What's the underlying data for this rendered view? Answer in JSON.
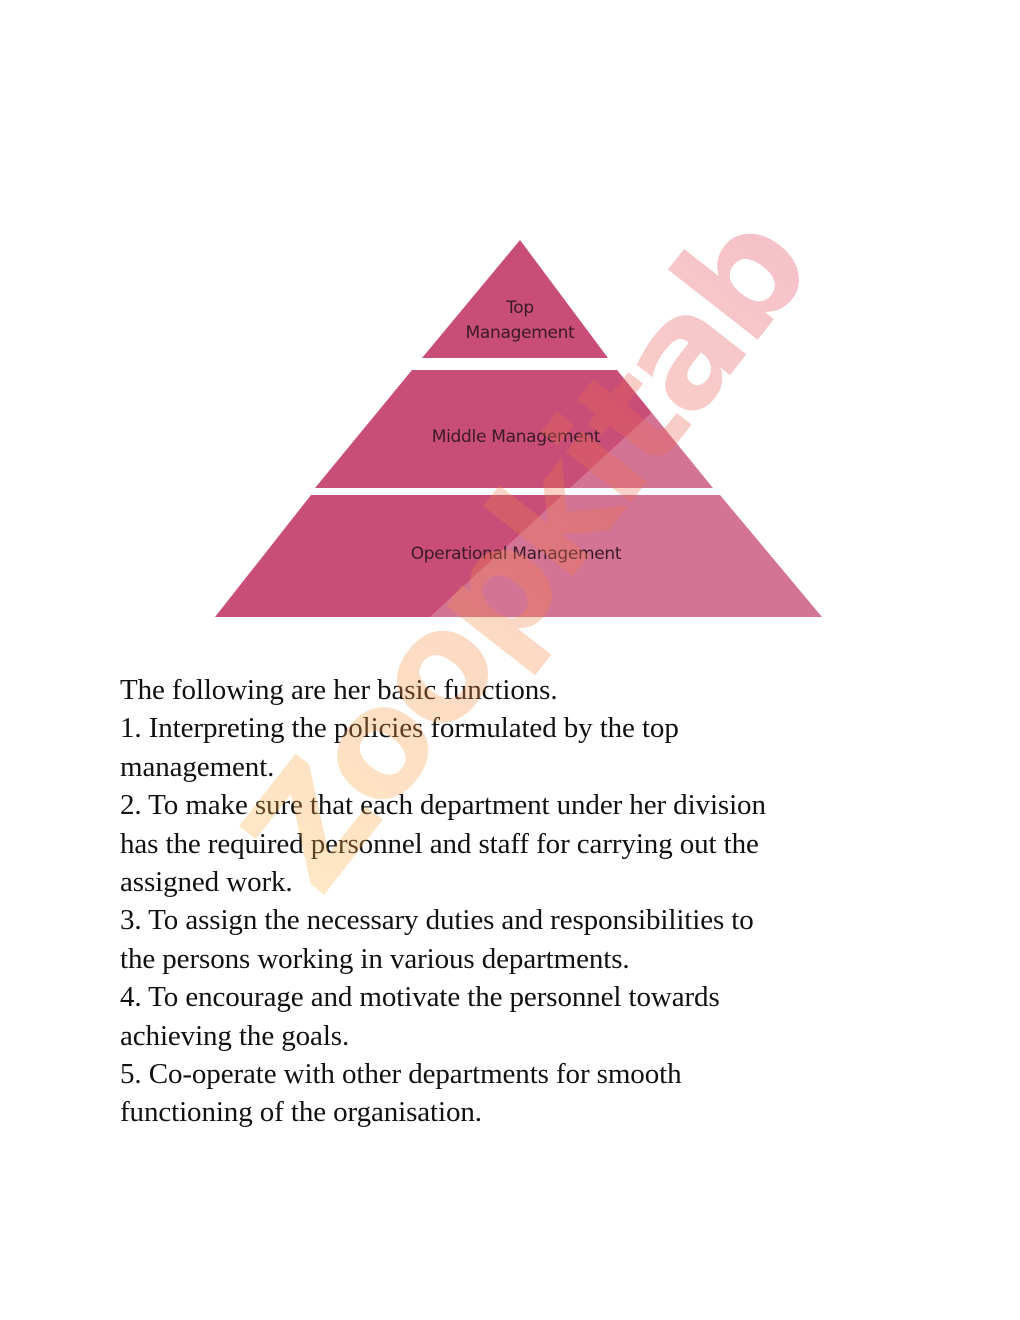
{
  "diagram": {
    "type": "pyramid",
    "color": "#C84E78",
    "tiers": [
      {
        "label_lines": [
          "Top",
          "Management"
        ]
      },
      {
        "label": "Middle Management"
      },
      {
        "label": "Operational Management"
      }
    ]
  },
  "content": {
    "intro": "The following are her basic functions.",
    "items": [
      {
        "line1": "1. Interpreting the policies formulated by the top",
        "line2": "management."
      },
      {
        "line1": "2. To make sure that each department under her division",
        "line2": "has the required personnel and staff for carrying out the",
        "line3": "assigned work."
      },
      {
        "line1": "3. To assign the necessary duties and responsibilities to",
        "line2": "the persons working in various departments."
      },
      {
        "line1": "4. To encourage and motivate the personnel towards",
        "line2": "achieving the goals."
      },
      {
        "line1": "5. Co-operate with other departments for smooth",
        "line2": "functioning of the organisation."
      }
    ]
  },
  "watermark": {
    "text": "Zoopkitab",
    "colors": [
      "#FFB347",
      "#E0405A"
    ]
  }
}
